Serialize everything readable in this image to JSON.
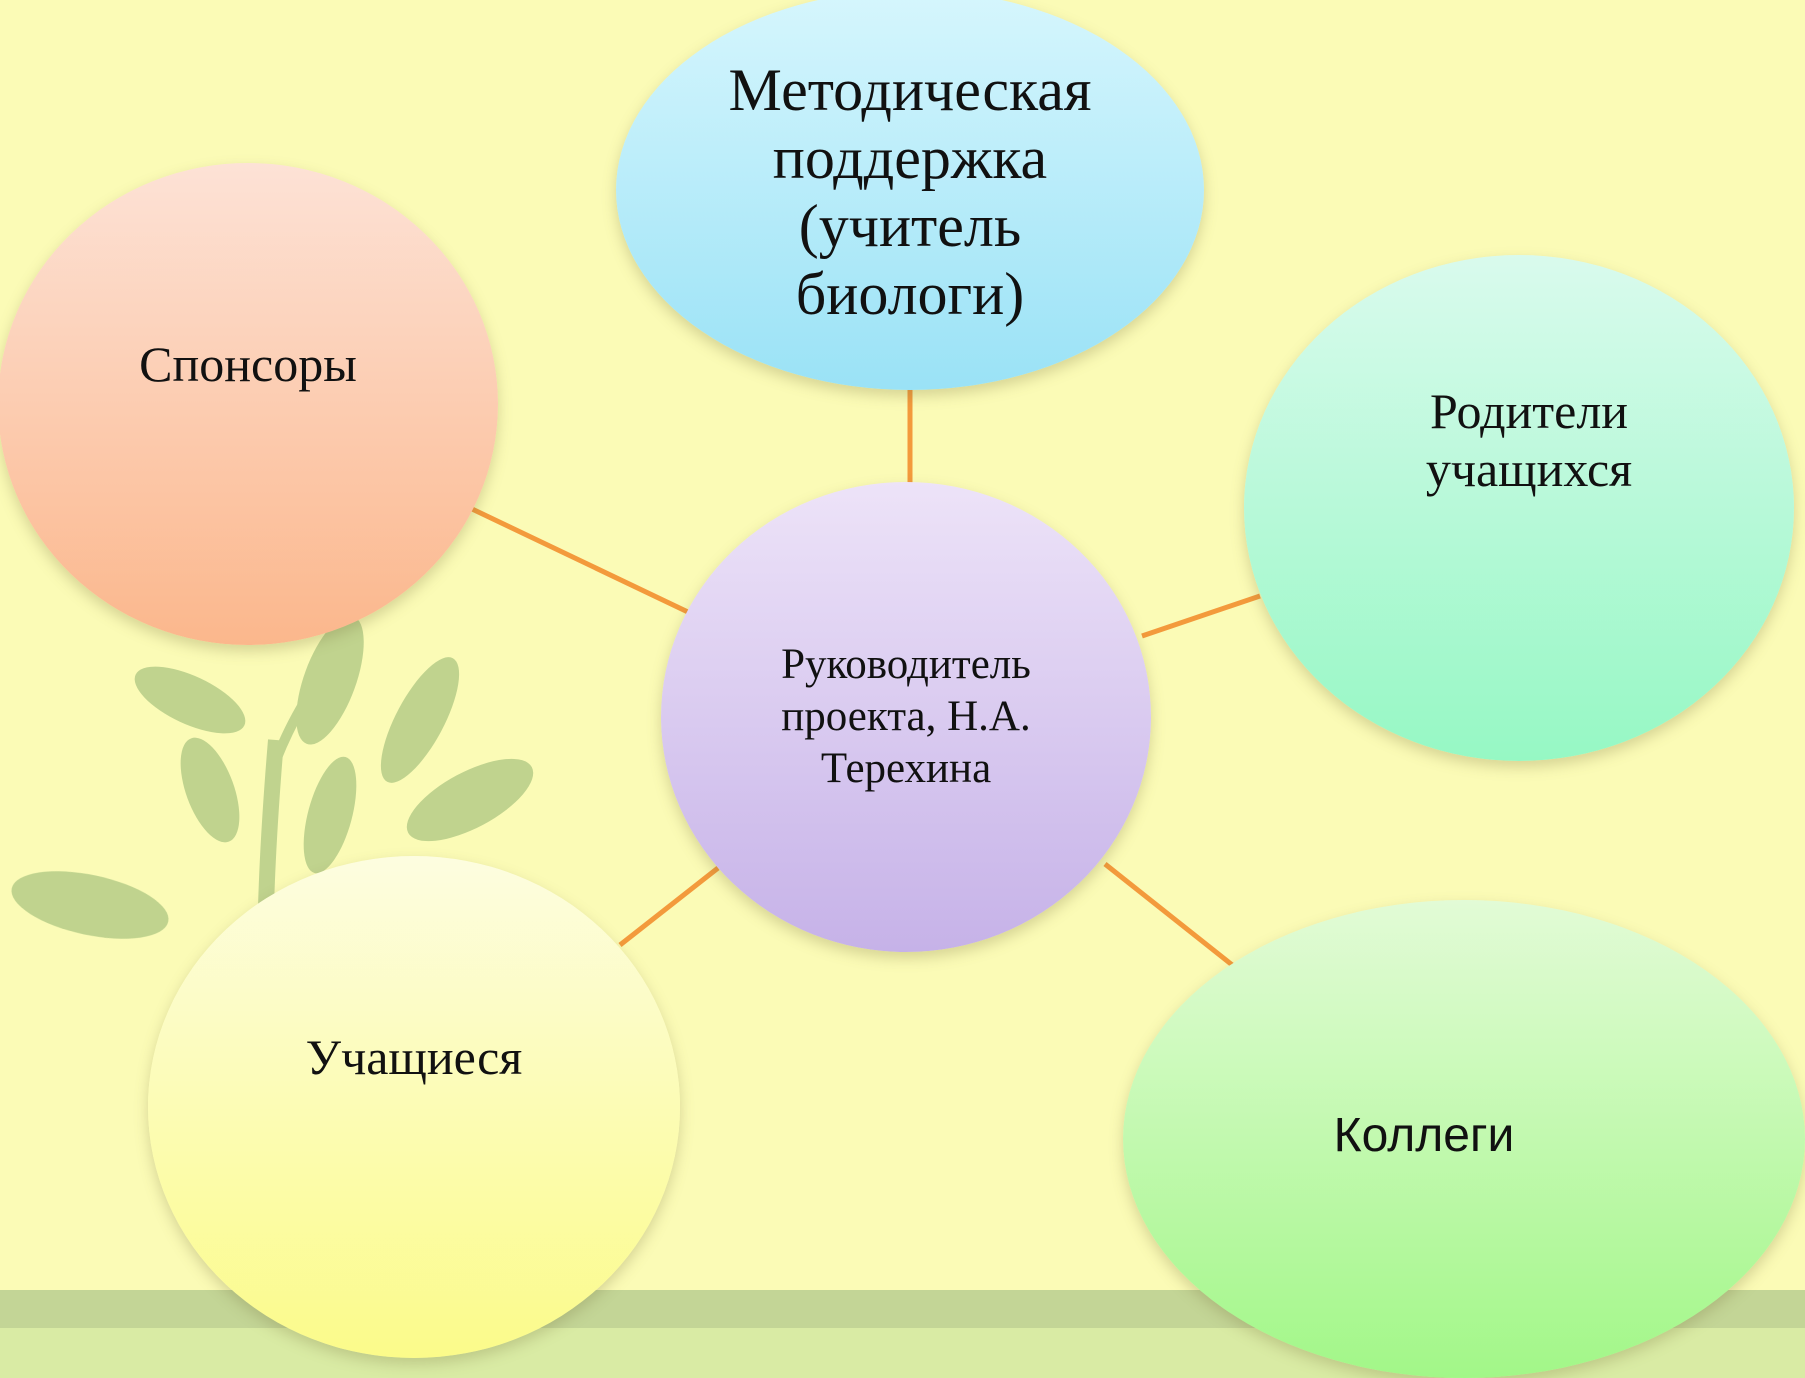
{
  "colors": {
    "background": "#fbfbb6",
    "connector": "#f39a3c",
    "band": "#c3d596",
    "ground": "#d9eba4",
    "leaf": "#b9cf8a"
  },
  "diagram": {
    "center": {
      "label": "Руководитель\nпроекта, Н.А.\nТерехина"
    },
    "nodes": [
      {
        "id": "methodical",
        "label": "Методическая\nподдержка\n(учитель\nбиологи)"
      },
      {
        "id": "sponsors",
        "label": "Спонсоры"
      },
      {
        "id": "parents",
        "label": "Родители\nучащихся"
      },
      {
        "id": "students",
        "label": "Учащиеся"
      },
      {
        "id": "colleagues",
        "label": "Коллеги"
      }
    ]
  }
}
